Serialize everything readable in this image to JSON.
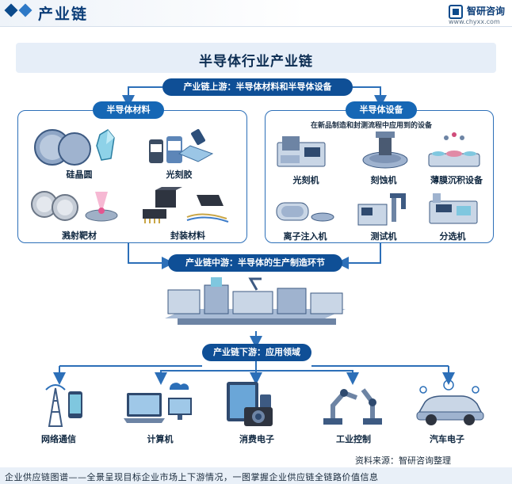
{
  "header": {
    "title": "产业链",
    "brand": "智研咨询",
    "url": "www.chyxx.com"
  },
  "main_title": "半导体行业产业链",
  "upstream": {
    "label": "产业链上游：半导体材料和半导体设备",
    "materials": {
      "label": "半导体材料",
      "items": [
        "硅晶圆",
        "光刻胶",
        "溅射靶材",
        "封装材料"
      ]
    },
    "equipment": {
      "label": "半导体设备",
      "note": "在新品制造和封测流程中应用到的设备",
      "items": [
        "光刻机",
        "刻蚀机",
        "薄膜沉积设备",
        "离子注入机",
        "测试机",
        "分选机"
      ]
    }
  },
  "midstream": {
    "label": "产业链中游：半导体的生产制造环节"
  },
  "downstream": {
    "label": "产业链下游：应用领域",
    "items": [
      "网络通信",
      "计算机",
      "消费电子",
      "工业控制",
      "汽车电子"
    ]
  },
  "footer": {
    "source": "资料来源：智研咨询整理",
    "tagline": "企业供应链图谱——全景呈现目标企业市场上下游情况，一图掌握企业供应链全链路价值信息"
  },
  "colors": {
    "primary": "#1667b5",
    "dark": "#0b3d78",
    "border": "#2c6fb8",
    "band": "#e6eef8"
  }
}
